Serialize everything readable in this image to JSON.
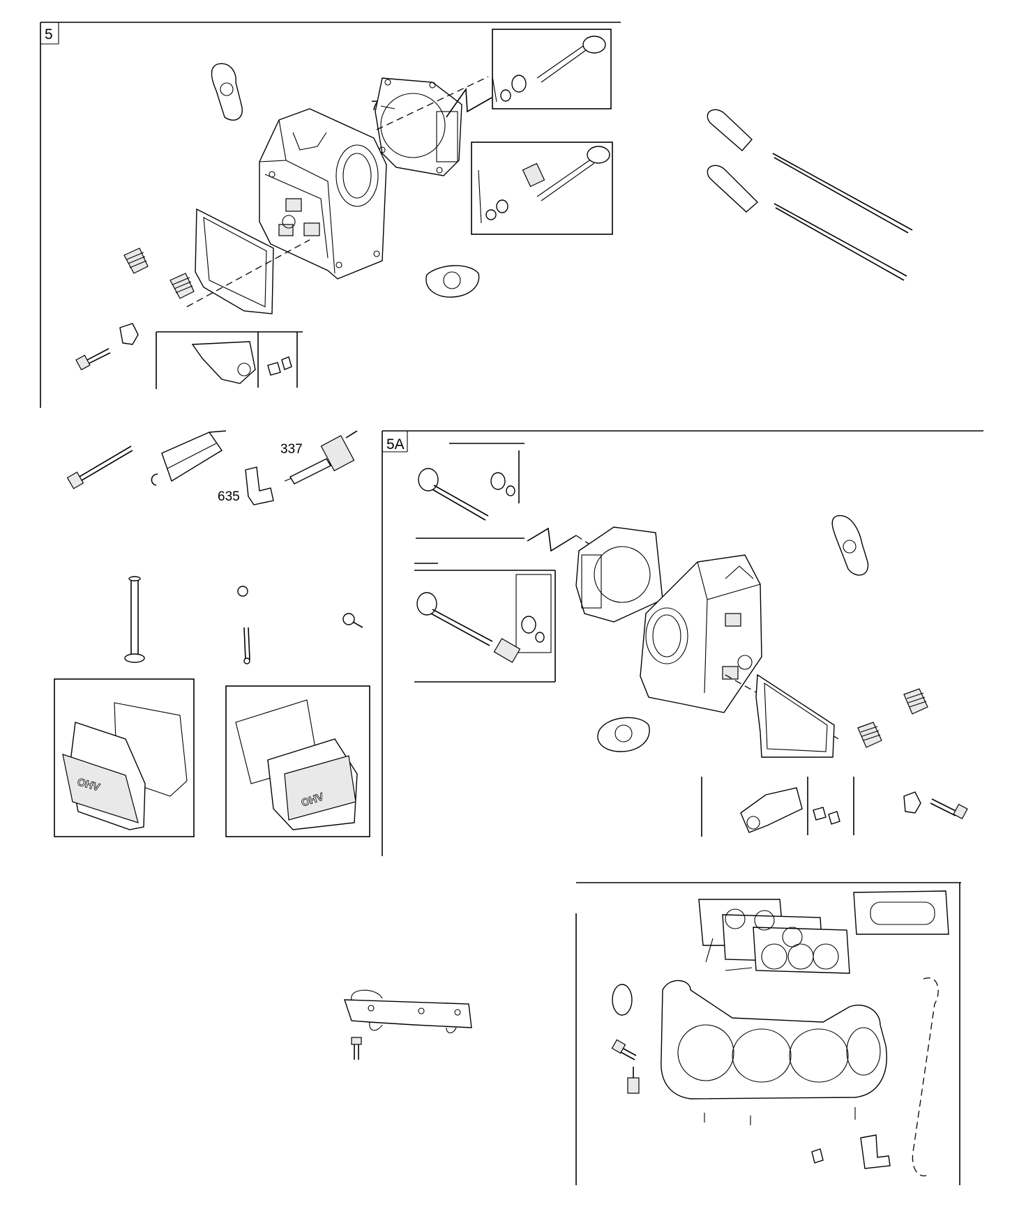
{
  "sections": {
    "s5": {
      "label": "5"
    },
    "s5a": {
      "label": "5A"
    }
  },
  "callouts": {
    "c7": "7",
    "c337": "337",
    "c635": "635"
  },
  "cover_brand": "OHV"
}
